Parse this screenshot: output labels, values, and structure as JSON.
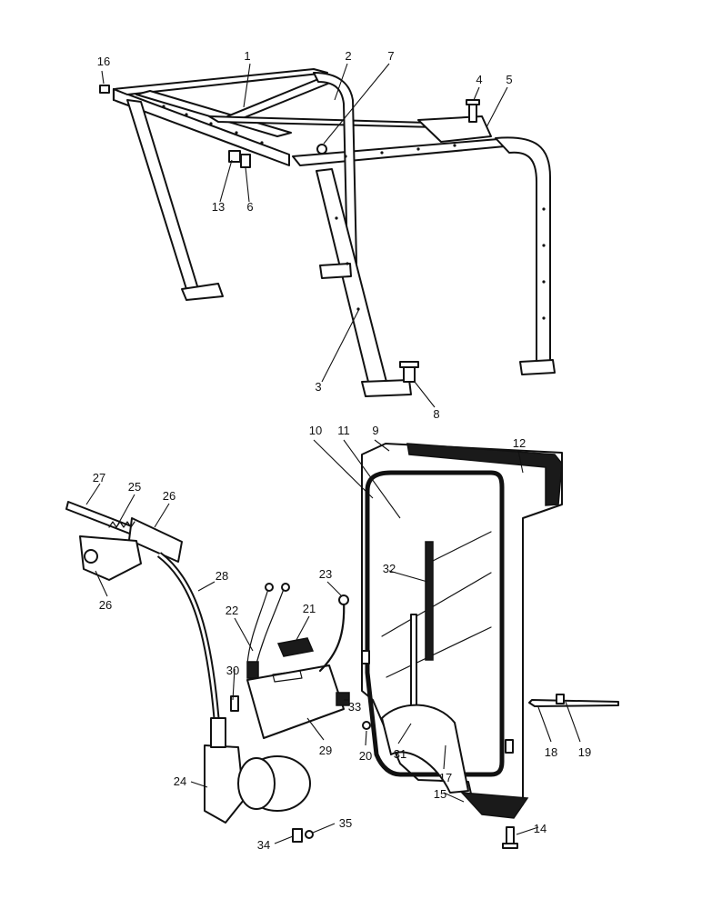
{
  "callouts": [
    "1",
    "2",
    "3",
    "4",
    "5",
    "6",
    "7",
    "8",
    "9",
    "10",
    "11",
    "12",
    "13",
    "14",
    "15",
    "16",
    "17",
    "18",
    "19",
    "20",
    "21",
    "22",
    "23",
    "24",
    "25",
    "26",
    "26",
    "27",
    "28",
    "29",
    "30",
    "31",
    "32",
    "33",
    "34",
    "35"
  ]
}
